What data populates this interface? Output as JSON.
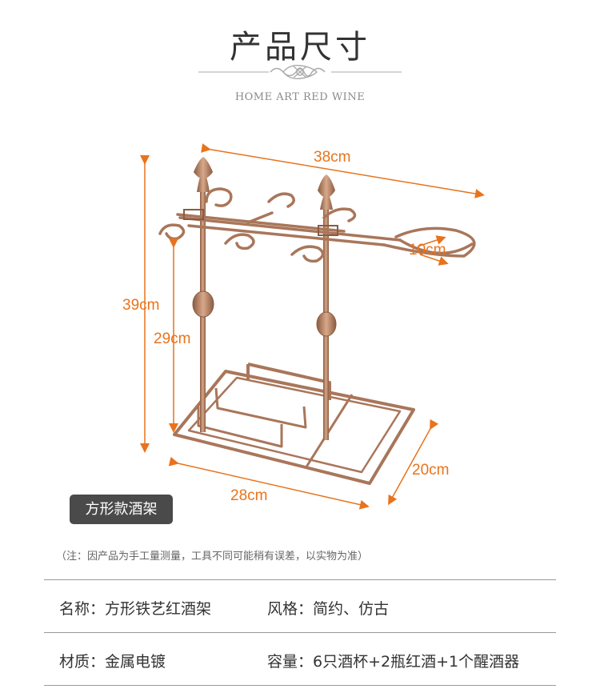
{
  "header": {
    "title": "产品尺寸",
    "subtitle": "HOME ART RED WINE",
    "ornament_icon": "knot-ornament-icon"
  },
  "dimensions": {
    "length_top": "38cm",
    "height_total": "39cm",
    "height_inner": "29cm",
    "ring_diameter": "10cm",
    "base_length": "28cm",
    "base_width": "20cm"
  },
  "product_badge": "方形款酒架",
  "note": "（注：因产品为手工量测量，工具不同可能稍有误差，以实物为准）",
  "specs": {
    "name_label": "名称：",
    "name_value": "方形铁艺红酒架",
    "style_label": "风格：",
    "style_value": "简约、仿古",
    "material_label": "材质：",
    "material_value": "金属电镀",
    "capacity_label": "容量：",
    "capacity_value": "6只酒杯+2瓶红酒+1个醒酒器"
  },
  "colors": {
    "accent": "#e8731c",
    "bronze": "#a9765a",
    "badge_bg": "#4a4a4a"
  }
}
